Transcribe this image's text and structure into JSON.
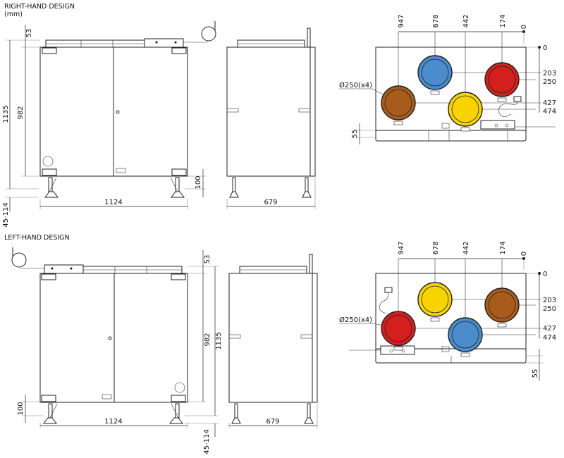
{
  "right_hand": {
    "title": "RIGHT-HAND DESIGN",
    "unit": "(mm)",
    "front": {
      "dim_top": "53",
      "dim_total_height": "1135",
      "dim_body_height": "982",
      "dim_leg": "100",
      "dim_adjust": "45-114",
      "dim_width": "1124"
    },
    "side": {
      "dim_depth": "679"
    },
    "rear": {
      "x_labels": [
        "947",
        "678",
        "442",
        "174",
        "0"
      ],
      "y_labels": [
        "0",
        "203",
        "250",
        "427",
        "474"
      ],
      "dim_base": "55",
      "diameter_label": "Ø250(x4)",
      "ports": [
        {
          "name": "blue",
          "color": "#4a8ccc"
        },
        {
          "name": "red",
          "color": "#d41f1f"
        },
        {
          "name": "brown",
          "color": "#a85c1c"
        },
        {
          "name": "yellow",
          "color": "#f7d400"
        }
      ]
    }
  },
  "left_hand": {
    "title": "LEFT-HAND DESIGN",
    "front": {
      "dim_top": "53",
      "dim_total_height": "1135",
      "dim_body_height": "982",
      "dim_leg": "100",
      "dim_adjust": "45-114",
      "dim_width": "1124"
    },
    "side": {
      "dim_depth": "679"
    },
    "rear": {
      "x_labels": [
        "947",
        "678",
        "442",
        "174",
        "0"
      ],
      "y_labels": [
        "0",
        "203",
        "250",
        "427",
        "474"
      ],
      "dim_base": "55",
      "diameter_label": "Ø250(x4)",
      "ports": [
        {
          "name": "yellow",
          "color": "#f7d400"
        },
        {
          "name": "brown",
          "color": "#a85c1c"
        },
        {
          "name": "red",
          "color": "#d41f1f"
        },
        {
          "name": "blue",
          "color": "#4a8ccc"
        }
      ]
    }
  }
}
